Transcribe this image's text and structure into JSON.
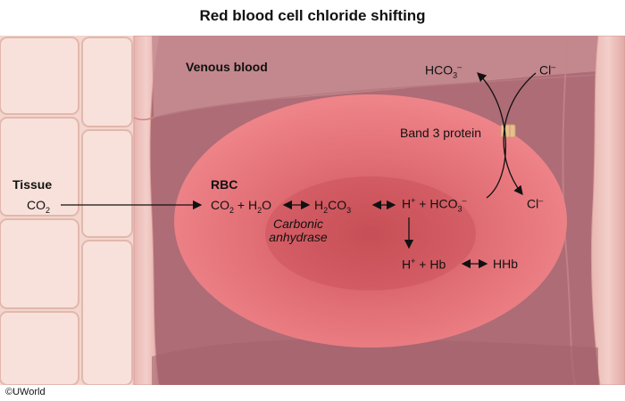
{
  "title": "Red blood cell chloride shifting",
  "labels": {
    "venous_blood": "Venous blood",
    "tissue": "Tissue",
    "rbc": "RBC",
    "band3": "Band 3 protein",
    "carbonic_anhydrase": "Carbonic anhydrase"
  },
  "species": {
    "co2": "CO",
    "co2_sub": "2",
    "h2o_pre": "H",
    "h2o_sub": "2",
    "h2o_post": "O",
    "h2co3_h": "H",
    "h2co3_sub1": "2",
    "h2co3_co": "CO",
    "h2co3_sub2": "3",
    "h": "H",
    "plus_sign": "+",
    "hco3": "HCO",
    "hco3_sub": "3",
    "minus_sign": "–",
    "cl": "Cl",
    "hb": "Hb",
    "hhb": "HHb"
  },
  "copyright": "©UWorld",
  "colors": {
    "cell_wall": "#efc3c0",
    "tissue_cells": "#f6dcd4",
    "rbc": "#e36a72",
    "band3": "#e8bf8f"
  }
}
